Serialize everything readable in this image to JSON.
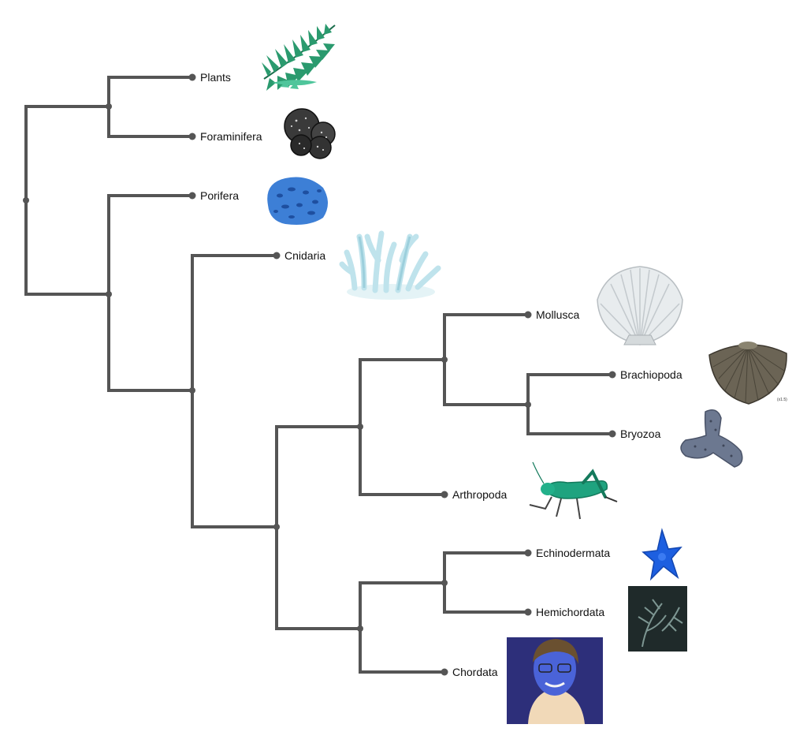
{
  "tree": {
    "taxa": [
      {
        "id": "plants",
        "label": "Plants",
        "icon": "fern-icon"
      },
      {
        "id": "foraminifera",
        "label": "Foraminifera",
        "icon": "foraminifera-shell-icon"
      },
      {
        "id": "porifera",
        "label": "Porifera",
        "icon": "sponge-icon"
      },
      {
        "id": "cnidaria",
        "label": "Cnidaria",
        "icon": "coral-icon"
      },
      {
        "id": "mollusca",
        "label": "Mollusca",
        "icon": "scallop-shell-icon"
      },
      {
        "id": "brachiopoda",
        "label": "Brachiopoda",
        "icon": "brachiopod-fossil-icon"
      },
      {
        "id": "bryozoa",
        "label": "Bryozoa",
        "icon": "bryozoan-fossil-icon"
      },
      {
        "id": "arthropoda",
        "label": "Arthropoda",
        "icon": "grasshopper-icon"
      },
      {
        "id": "echinodermata",
        "label": "Echinodermata",
        "icon": "starfish-icon"
      },
      {
        "id": "hemichordata",
        "label": "Hemichordata",
        "icon": "graptolite-fossil-icon"
      },
      {
        "id": "chordata",
        "label": "Chordata",
        "icon": "human-portrait-icon"
      }
    ],
    "brachiopod_note": "(x1.5)",
    "colors": {
      "branch": "#555555",
      "fern": "#1f8f6a",
      "sponge": "#3d7fd6",
      "coral": "#bfe3ec",
      "starfish": "#1d5fe0",
      "grasshopper": "#1fa37f",
      "portrait_bg": "#2d2f7a"
    }
  }
}
